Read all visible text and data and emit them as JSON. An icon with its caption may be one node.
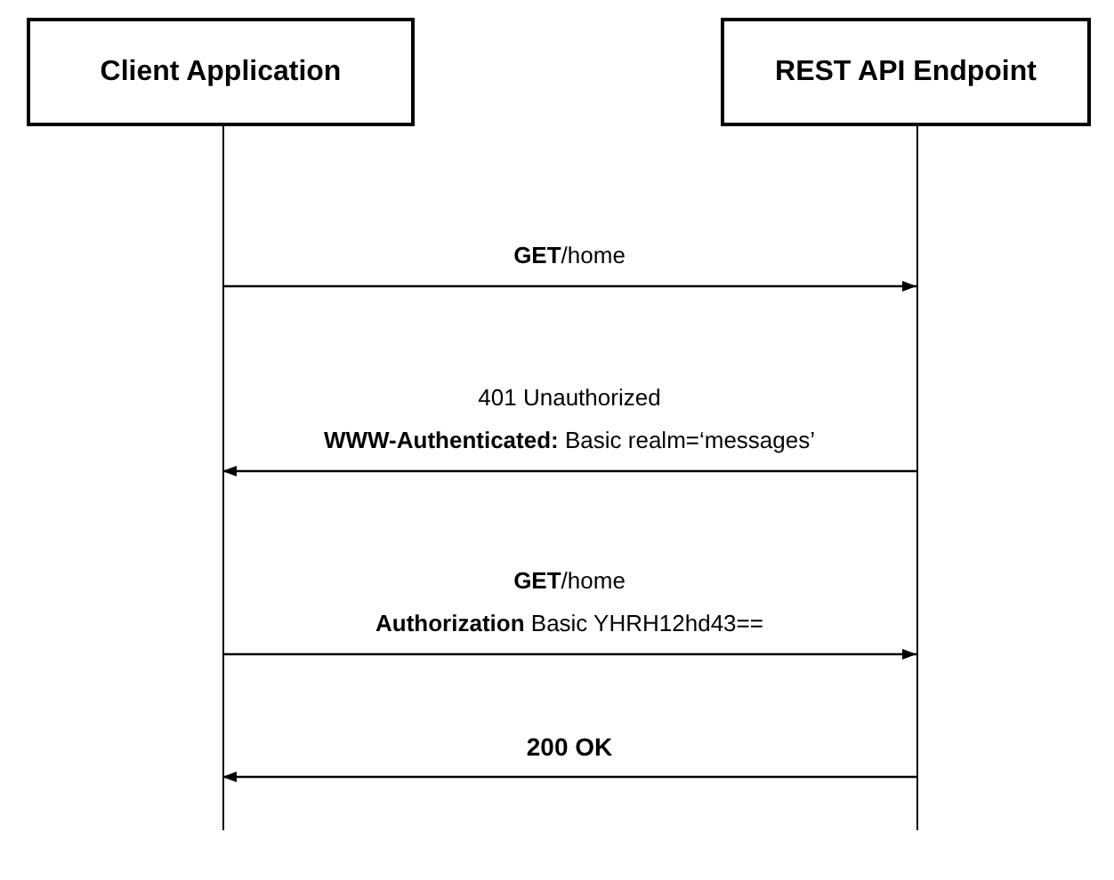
{
  "diagram": {
    "nodes": [
      {
        "text": [
          "Client Application"
        ]
      },
      {
        "text": [
          "REST API Endpoint"
        ]
      }
    ],
    "edges": [
      {
        "from": 0,
        "to": 1,
        "arrow": "to",
        "label": "**GET**/home"
      },
      {
        "from": 1,
        "to": 0,
        "arrow": "to",
        "label": "401 Unauthorized **WWW-Authenticated:** Basic realm=‘messages’"
      },
      {
        "from": 0,
        "to": 1,
        "arrow": "to",
        "label": "**GET**/home **Authorization** Basic YHRH12hd43=="
      },
      {
        "from": 1,
        "to": 0,
        "arrow": "to",
        "label": "200 OK"
      }
    ]
  }
}
